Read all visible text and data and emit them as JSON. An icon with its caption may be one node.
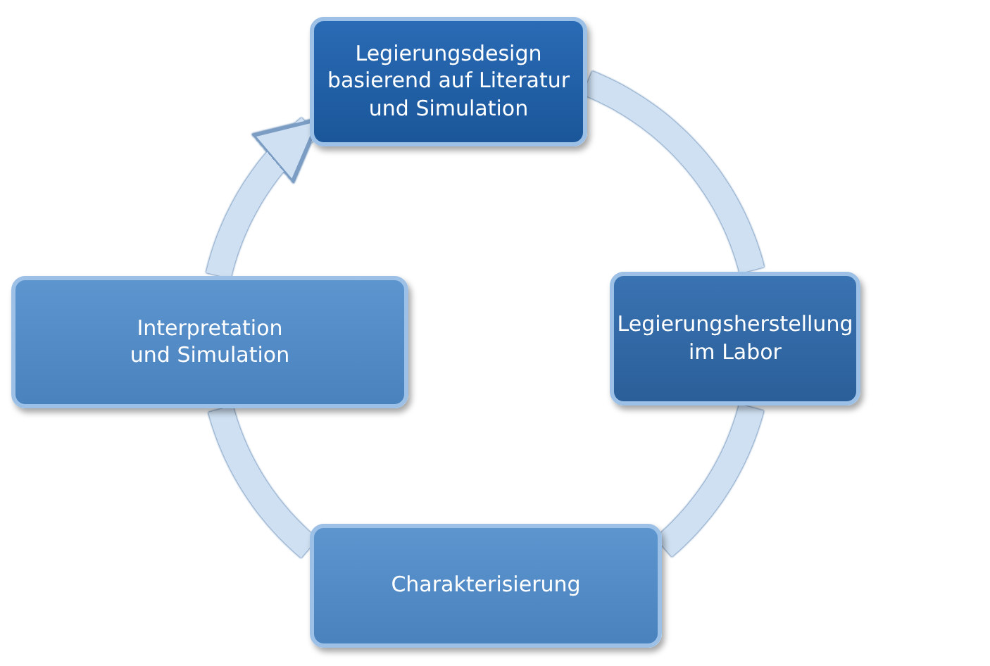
{
  "diagram": {
    "nodes": [
      {
        "text": [
          "Legierungsdesign basierend auf Literatur und Simulation"
        ]
      },
      {
        "text": [
          "Legierungsherstellung im Labor"
        ]
      },
      {
        "text": [
          "Charakterisierung"
        ]
      },
      {
        "text": [
          "Interpretation und Simulation"
        ]
      }
    ],
    "edges": [
      {
        "from": 0,
        "to": 1,
        "arrow": "none"
      },
      {
        "from": 1,
        "to": 2,
        "arrow": "none"
      },
      {
        "from": 2,
        "to": 3,
        "arrow": "none"
      },
      {
        "from": 3,
        "to": 0,
        "arrow": "to"
      }
    ]
  }
}
